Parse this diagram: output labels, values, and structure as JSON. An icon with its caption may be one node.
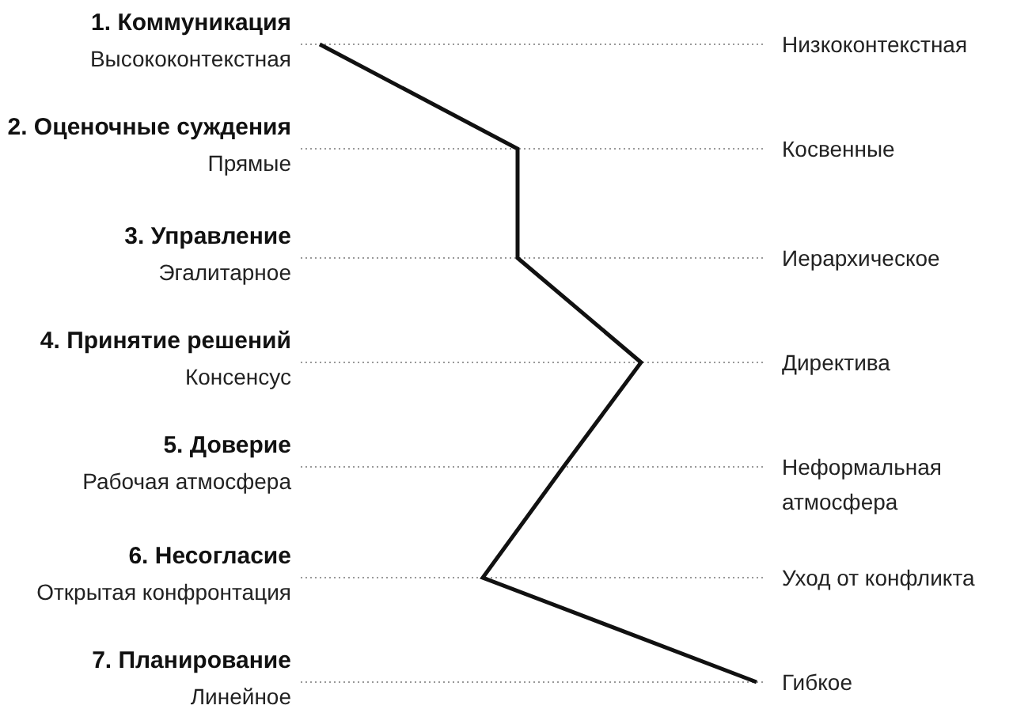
{
  "diagram": {
    "nodes": [
      {
        "text": [
          "1. Коммуникация",
          "Высококонтекстная"
        ]
      },
      {
        "text": [
          "Низкоконтекстная"
        ]
      },
      {
        "text": [
          "2. Оценочные суждения",
          "Прямые"
        ]
      },
      {
        "text": [
          "Косвенные"
        ]
      },
      {
        "text": [
          "3. Управление",
          "Эгалитарное"
        ]
      },
      {
        "text": [
          "Иерархическое"
        ]
      },
      {
        "text": [
          "4. Принятие решений",
          "Консенсус"
        ]
      },
      {
        "text": [
          "Директива"
        ]
      },
      {
        "text": [
          "5. Доверие",
          "Рабочая атмосфера"
        ]
      },
      {
        "text": [
          "Неформальная атмосфера"
        ]
      },
      {
        "text": [
          "6. Несогласие",
          "Открытая конфронтация"
        ]
      },
      {
        "text": [
          "Уход от конфликта"
        ]
      },
      {
        "text": [
          "7. Планирование",
          "Линейное"
        ]
      },
      {
        "text": [
          "Гибкое"
        ]
      }
    ],
    "edges": [
      {
        "from": 0,
        "to": 1,
        "arrow": "none",
        "style": "dashed"
      },
      {
        "from": 2,
        "to": 3,
        "arrow": "none",
        "style": "dashed"
      },
      {
        "from": 4,
        "to": 5,
        "arrow": "none",
        "style": "dashed"
      },
      {
        "from": 6,
        "to": 7,
        "arrow": "none",
        "style": "dashed"
      },
      {
        "from": 8,
        "to": 9,
        "arrow": "none",
        "style": "dashed"
      },
      {
        "from": 10,
        "to": 11,
        "arrow": "none",
        "style": "dashed"
      },
      {
        "from": 12,
        "to": 13,
        "arrow": "none",
        "style": "dashed"
      }
    ]
  }
}
